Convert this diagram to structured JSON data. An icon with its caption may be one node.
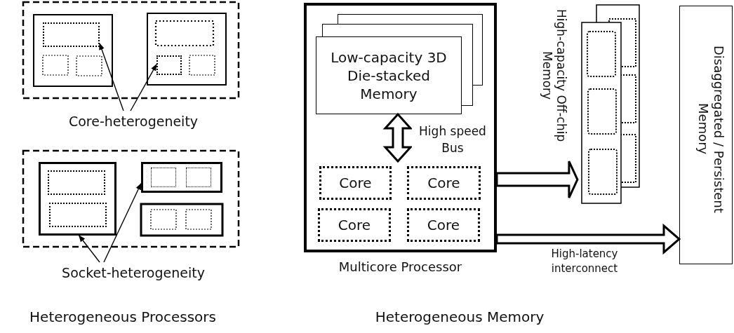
{
  "diagram": {
    "nodes": [
      {
        "text": [
          "Core-heterogeneity"
        ]
      },
      {
        "text": [],
        "shape": "box"
      },
      {
        "text": [],
        "shape": "box"
      },
      {
        "text": [
          "Socket-heterogeneity"
        ]
      },
      {
        "text": [],
        "shape": "box"
      },
      {
        "text": [],
        "shape": "box"
      },
      {
        "text": [
          "Multicore Processor"
        ]
      },
      {
        "text": [
          "Low-capacity 3D Die-stacked Memory"
        ],
        "in": 6
      },
      {
        "text": [
          "Core"
        ],
        "in": 6
      },
      {
        "text": [
          "Core"
        ],
        "in": 6
      },
      {
        "text": [
          "Core"
        ],
        "in": 6
      },
      {
        "text": [
          "Core"
        ],
        "in": 6
      },
      {
        "text": [
          "High-capacity Off-chip Memory"
        ]
      },
      {
        "text": [
          "Disaggregated / Persistent Memory"
        ]
      }
    ],
    "edges": [
      {
        "from": 0,
        "to": 1,
        "arrow": "to"
      },
      {
        "from": 0,
        "to": 2,
        "arrow": "to"
      },
      {
        "from": 3,
        "to": 4,
        "arrow": "to"
      },
      {
        "from": 3,
        "to": 5,
        "arrow": "to"
      },
      {
        "from": 7,
        "to": null,
        "arrow": "both",
        "label": "High speed Bus",
        "style": "thick"
      },
      {
        "from": 6,
        "to": 12,
        "arrow": "to",
        "style": "thick"
      },
      {
        "from": 6,
        "to": 13,
        "arrow": "to",
        "label": "High-latency interconnect",
        "style": "thick"
      }
    ],
    "labels": [
      "Heterogeneous Processors",
      "Heterogeneous Memory"
    ]
  }
}
